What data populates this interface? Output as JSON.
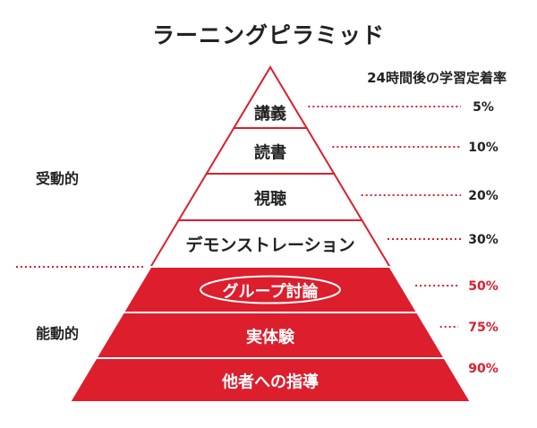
{
  "title": "ラーニングピラミッド",
  "header": "24時間後の学習定着率",
  "side_labels": {
    "passive": "受動的",
    "active": "能動的"
  },
  "colors": {
    "accent": "#dc1e2d",
    "text_dark": "#222222",
    "white": "#ffffff"
  },
  "levels": [
    {
      "label": "講義",
      "rate": "5%",
      "active": false,
      "highlight": false
    },
    {
      "label": "読書",
      "rate": "10%",
      "active": false,
      "highlight": false
    },
    {
      "label": "視聴",
      "rate": "20%",
      "active": false,
      "highlight": false
    },
    {
      "label": "デモンストレーション",
      "rate": "30%",
      "active": false,
      "highlight": false
    },
    {
      "label": "グループ討論",
      "rate": "50%",
      "active": true,
      "highlight": true
    },
    {
      "label": "実体験",
      "rate": "75%",
      "active": true,
      "highlight": false
    },
    {
      "label": "他者への指導",
      "rate": "90%",
      "active": true,
      "highlight": false
    }
  ]
}
